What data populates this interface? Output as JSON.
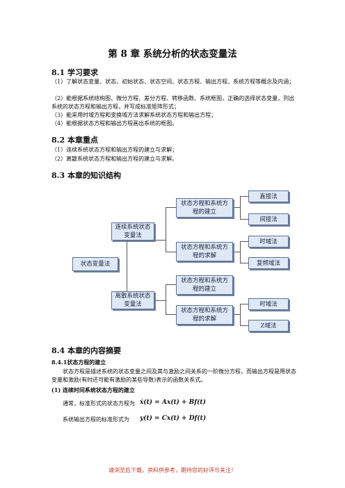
{
  "title": "第 8 章  系统分析的状态变量法",
  "sec1": {
    "heading": "8.1  学习要求",
    "items": [
      "（1）了解状态变量、状态、初始状态、状态空间、状态方程、输出方程、系统方程等概念及内涵；",
      "（2）能根据系统结构图、微分方程、差分方程、转移函数、系统框图，正确的选择状态变量，列出系统的状态方程和输出方程，并写成标准矩阵形式；",
      "（3）能采用时域方程和变换域方法求解系统状态方程和输出方程；",
      "（4）能根据状态方程和输出方程画出系统的框图。"
    ]
  },
  "sec2": {
    "heading": "8.2  本章重点",
    "items": [
      "（1）连续系统状态方程和输出方程的建立与求解；",
      "（2）离散系统状态方程和输出方程的建立与求解。"
    ]
  },
  "sec3": {
    "heading": "8.3  本章的知识结构"
  },
  "diagram": {
    "root": "状态变量法",
    "continuous": "连续系统状态变量法",
    "discrete": "离散系统状态变量法",
    "c_build": "状态方程和系统方程的建立",
    "c_solve": "状态方程和系统方程的求解",
    "d_build": "状态方程和系统方程的建立",
    "d_solve": "状态方程和系统方程的求解",
    "direct": "直接法",
    "indirect": "间接法",
    "c_time": "时域法",
    "c_freq": "复频域法",
    "d_time": "时域法",
    "d_z": "Z域法"
  },
  "sec4": {
    "heading": "8.4  本章的内容摘要",
    "sub1": "8.4.1状态方程的建立",
    "para": "状态方程是描述系统的状态变量之间及其与激励之间关系的一阶微分方程，而输出方程是用状态变量和激励(有时还可能有激励的某些导数)表示的函数关系式。",
    "sub2": "(1) 连续时间系统状态方程的建立",
    "state_eq_label": "通常，标准形式的状态方程为",
    "state_eq": "ẋ(t) = Ax(t) + Bf(t)",
    "output_eq_label": "系统输出方程的标准形式为",
    "output_eq": "y(t) = Cx(t) + Df(t)"
  },
  "footer": "请浏览后下载，资料供参考，期待您的好评与关注！"
}
